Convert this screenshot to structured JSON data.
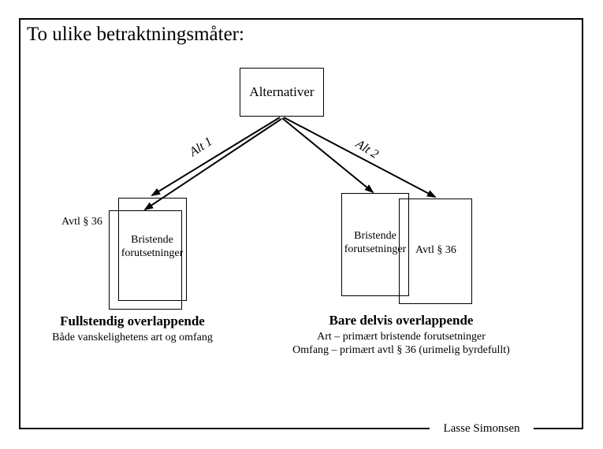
{
  "slide": {
    "title": "To ulike betraktningsmåter:",
    "footer": "Lasse Simonsen"
  },
  "diagram": {
    "root": "Alternativer",
    "branches": {
      "left": "Alt 1",
      "right": "Alt 2"
    },
    "left_group": {
      "overlap_line1": "Bristende",
      "overlap_line2": "forutsetninger",
      "outside_label": "Avtl § 36",
      "heading": "Fullstendig overlappende",
      "subtext": "Både vanskelighetens art og omfang"
    },
    "right_group": {
      "box1_line1": "Bristende",
      "box1_line2": "forutsetninger",
      "box2_label": "Avtl § 36",
      "heading": "Bare delvis overlappende",
      "sub_line1": "Art – primært bristende forutsetninger",
      "sub_line2": "Omfang – primært avtl § 36 (urimelig byrdefullt)"
    }
  },
  "colors": {
    "ink": "#000000",
    "paper": "#ffffff"
  }
}
